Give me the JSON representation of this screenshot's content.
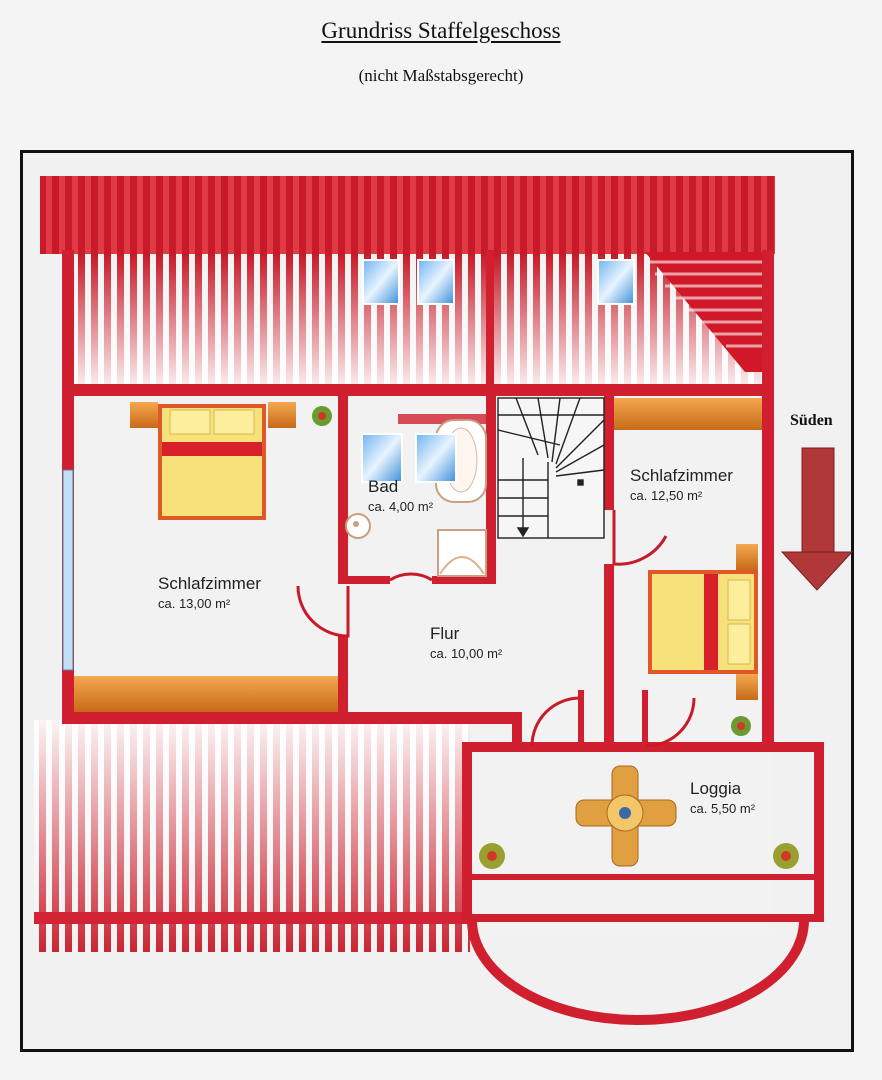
{
  "header": {
    "title": "Grundriss Staffelgeschoss",
    "subtitle": "(nicht Maßstabsgerecht)"
  },
  "orientation": {
    "label": "Süden",
    "arrow_icon": "down-arrow-icon"
  },
  "rooms": [
    {
      "name": "Schlafzimmer",
      "area": "ca. 13,00 m²"
    },
    {
      "name": "Bad",
      "area": "ca. 4,00 m²"
    },
    {
      "name": "Schlafzimmer",
      "area": "ca. 12,50 m²"
    },
    {
      "name": "Flur",
      "area": "ca. 10,00 m²"
    },
    {
      "name": "Loggia",
      "area": "ca. 5,50 m²"
    }
  ],
  "colors": {
    "wall": "#d02030",
    "roof": "#e0303a",
    "floor": "#f2f2f2",
    "bed_wood": "#e08a30",
    "bed_sheet": "#f6e27a",
    "arrow": "#b03838",
    "frame": "#111111"
  }
}
